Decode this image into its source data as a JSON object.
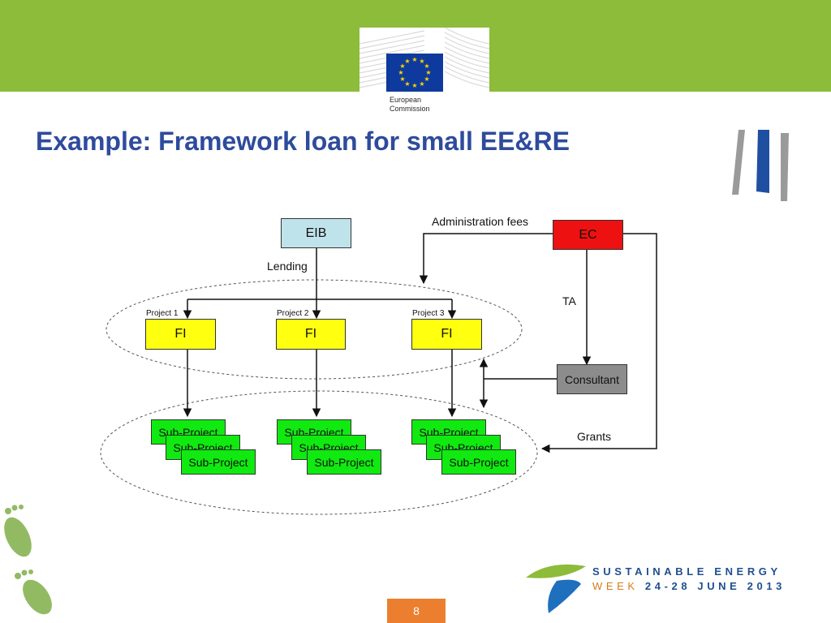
{
  "branding": {
    "org_line1": "European",
    "org_line2": "Commission",
    "event_line1": "SUSTAINABLE ENERGY",
    "event_line2_week": "WEEK",
    "event_line2_dates": "24-28 JUNE 2013",
    "page_number": "8",
    "colors": {
      "green_band": "#8dbb3a",
      "title_blue": "#2e4b9c",
      "eu_blue": "#0d3a9c",
      "orange": "#ec7f2f"
    }
  },
  "slide": {
    "title": "Example: Framework loan for small EE&RE"
  },
  "diagram": {
    "nodes": {
      "eib": "EIB",
      "ec": "EC",
      "consultant": "Consultant",
      "fi_1": "FI",
      "fi_2": "FI",
      "fi_3": "FI"
    },
    "project_labels": [
      "Project 1",
      "Project 2",
      "Project 3"
    ],
    "sub_project_label": "Sub-Project",
    "edge_labels": {
      "lending": "Lending",
      "administration_fees": "Administration fees",
      "ta": "TA",
      "grants": "Grants"
    }
  }
}
